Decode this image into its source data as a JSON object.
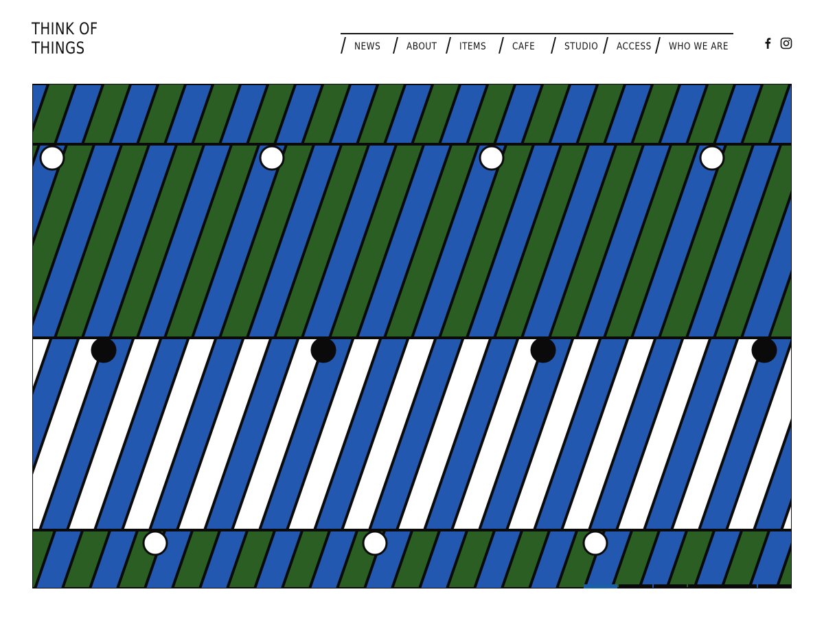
{
  "logo": {
    "line1": "THINK OF",
    "line2": "THINGS"
  },
  "nav": {
    "items": [
      {
        "label": "NEWS"
      },
      {
        "label": "ABOUT"
      },
      {
        "label": "ITEMS"
      },
      {
        "label": "CAFE"
      },
      {
        "label": "STUDIO"
      },
      {
        "label": "ACCESS"
      },
      {
        "label": "WHO WE ARE"
      }
    ]
  },
  "social": {
    "icons": [
      "facebook-icon",
      "instagram-icon"
    ]
  },
  "hero": {
    "colors": {
      "blue": "#2358b0",
      "green": "#2a5e22",
      "white": "#ffffff",
      "outline": "#0a0a0a"
    }
  },
  "slider": {
    "slide_count": 6,
    "active_index": 0,
    "active_color": "#1b5fa8",
    "inactive_color": "#0a0a0a"
  }
}
